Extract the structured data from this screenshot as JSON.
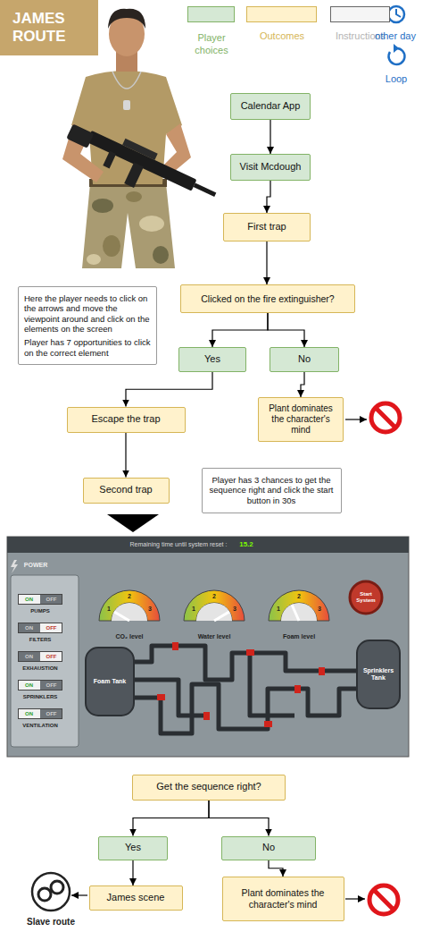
{
  "diagram": {
    "title": "JAMES ROUTE",
    "nodes": [
      {
        "text": [
          "Calendar App"
        ]
      },
      {
        "text": [
          "Visit Mcdough"
        ]
      },
      {
        "text": [
          "First trap"
        ]
      },
      {
        "text": [
          "Clicked on the fire extinguisher?"
        ]
      },
      {
        "text": [
          "Here the player needs to click on the arrows and move the viewpoint around and click on the elements on the screen",
          "Player has 7 opportunities to click on the correct element"
        ]
      },
      {
        "text": [
          "Yes"
        ]
      },
      {
        "text": [
          "No"
        ]
      },
      {
        "text": [
          "Escape the trap"
        ]
      },
      {
        "text": [
          "Plant dominates the character's mind"
        ]
      },
      {
        "text": [
          "Player has 3 chances to get the sequence right and click the start button in 30s"
        ]
      },
      {
        "text": [
          "Second trap"
        ]
      },
      {
        "text": [
          "Get the sequence right?"
        ]
      },
      {
        "text": [
          "Yes"
        ]
      },
      {
        "text": [
          "No"
        ]
      },
      {
        "text": [
          "James scene"
        ]
      },
      {
        "text": [
          "Plant dominates the character's mind"
        ]
      }
    ],
    "edges": [
      {
        "from": 0,
        "to": 1,
        "arrow": "to"
      },
      {
        "from": 1,
        "to": 2,
        "arrow": "to"
      },
      {
        "from": 2,
        "to": 3,
        "arrow": "to"
      },
      {
        "from": 3,
        "to": 5,
        "arrow": "to"
      },
      {
        "from": 3,
        "to": 6,
        "arrow": "to"
      },
      {
        "from": 5,
        "to": 7,
        "arrow": "to"
      },
      {
        "from": 6,
        "to": 8,
        "arrow": "to"
      },
      {
        "from": 7,
        "to": 10,
        "arrow": "to"
      },
      {
        "from": 11,
        "to": 12,
        "arrow": "to"
      },
      {
        "from": 11,
        "to": 13,
        "arrow": "to"
      },
      {
        "from": 12,
        "to": 14,
        "arrow": "to"
      },
      {
        "from": 13,
        "to": 15,
        "arrow": "to"
      }
    ],
    "labels": [
      "Remaining time until system reset :",
      "15.2",
      "POWER",
      "ON",
      "OFF",
      "PUMPS",
      "ON",
      "OFF",
      "FILTERS",
      "ON",
      "OFF",
      "EXHAUSTION",
      "ON",
      "OFF",
      "SPRINKLERS",
      "ON",
      "OFF",
      "VENTILATION",
      "1",
      "2",
      "3",
      "1",
      "2",
      "3",
      "1",
      "2",
      "3",
      "CO₂ level",
      "Water level",
      "Foam level",
      "Start System",
      "Foam Tank",
      "Sprinklers Tank",
      "Slave route"
    ],
    "legend": [
      {
        "text": "Player choices",
        "color": "#d5e8d4"
      },
      {
        "text": "Outcomes",
        "color": "#fff2cc"
      },
      {
        "text": "Instructions",
        "color": "#f5f5f5"
      },
      {
        "text": "other day"
      },
      {
        "text": "Loop"
      }
    ]
  }
}
